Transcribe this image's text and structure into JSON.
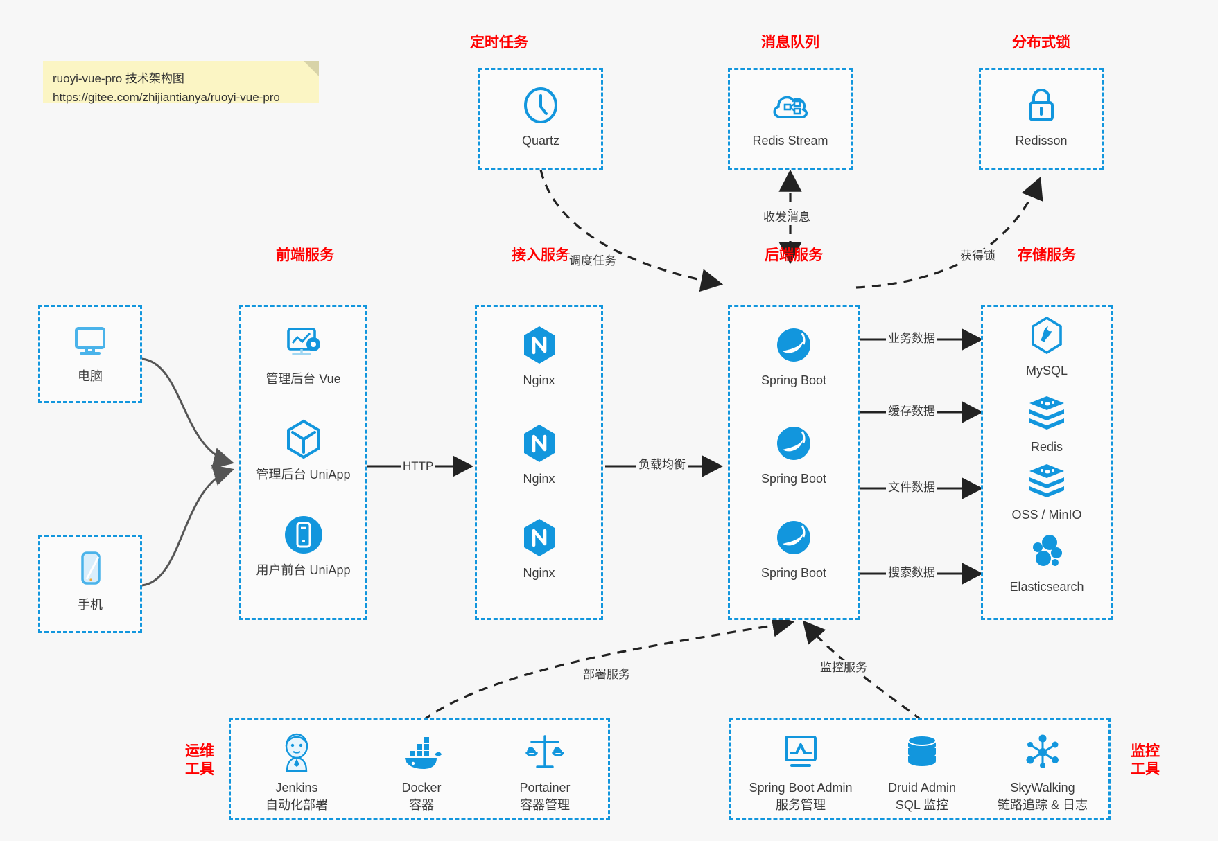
{
  "note": {
    "line1": "ruoyi-vue-pro 技术架构图",
    "line2": "https://gitee.com/zhijiantianya/ruoyi-vue-pro"
  },
  "colors": {
    "accent_blue": "#1296dd",
    "header_red": "#ff0000",
    "background": "#f7f7f7",
    "note_yellow": "#fbf5c4",
    "arrow_black": "#222222",
    "device_arrow_gray": "#555555"
  },
  "groups": {
    "scheduler": {
      "title": "定时任务",
      "nodes": [
        {
          "label": "Quartz",
          "icon": "clock-icon"
        }
      ]
    },
    "mq": {
      "title": "消息队列",
      "nodes": [
        {
          "label": "Redis Stream",
          "icon": "cloud-stream-icon"
        }
      ]
    },
    "lock": {
      "title": "分布式锁",
      "nodes": [
        {
          "label": "Redisson",
          "icon": "lock-icon"
        }
      ]
    },
    "frontend": {
      "title": "前端服务",
      "nodes": [
        {
          "label": "管理后台 Vue",
          "icon": "dashboard-gear-icon"
        },
        {
          "label": "管理后台 UniApp",
          "icon": "cube-icon"
        },
        {
          "label": "用户前台 UniApp",
          "icon": "mobile-circle-icon"
        }
      ]
    },
    "gateway": {
      "title": "接入服务",
      "nodes": [
        {
          "label": "Nginx",
          "icon": "nginx-icon"
        },
        {
          "label": "Nginx",
          "icon": "nginx-icon"
        },
        {
          "label": "Nginx",
          "icon": "nginx-icon"
        }
      ]
    },
    "backend": {
      "title": "后端服务",
      "nodes": [
        {
          "label": "Spring Boot",
          "icon": "spring-icon"
        },
        {
          "label": "Spring Boot",
          "icon": "spring-icon"
        },
        {
          "label": "Spring Boot",
          "icon": "spring-icon"
        }
      ]
    },
    "storage": {
      "title": "存储服务",
      "nodes": [
        {
          "label": "MySQL",
          "icon": "mysql-icon"
        },
        {
          "label": "Redis",
          "icon": "redis-icon"
        },
        {
          "label": "OSS / MinIO",
          "icon": "oss-icon"
        },
        {
          "label": "Elasticsearch",
          "icon": "elasticsearch-icon"
        }
      ]
    },
    "devices": {
      "nodes": [
        {
          "label": "电脑",
          "icon": "desktop-icon"
        },
        {
          "label": "手机",
          "icon": "phone-icon"
        }
      ]
    },
    "devops": {
      "title_l1": "运维",
      "title_l2": "工具",
      "nodes": [
        {
          "label": "Jenkins",
          "sub": "自动化部署",
          "icon": "jenkins-icon"
        },
        {
          "label": "Docker",
          "sub": "容器",
          "icon": "docker-icon"
        },
        {
          "label": "Portainer",
          "sub": "容器管理",
          "icon": "scales-icon"
        }
      ]
    },
    "monitor": {
      "title_l1": "监控",
      "title_l2": "工具",
      "nodes": [
        {
          "label": "Spring Boot Admin",
          "sub": "服务管理",
          "icon": "monitor-chart-icon"
        },
        {
          "label": "Druid Admin",
          "sub": "SQL 监控",
          "icon": "database-icon"
        },
        {
          "label": "SkyWalking",
          "sub": "链路追踪 & 日志",
          "icon": "skywalking-icon"
        }
      ]
    }
  },
  "edges": {
    "http": "HTTP",
    "load_balance": "负载均衡",
    "schedule_task": "调度任务",
    "send_receive_message": "收发消息",
    "acquire_lock": "获得锁",
    "business_data": "业务数据",
    "cache_data": "缓存数据",
    "file_data": "文件数据",
    "search_data": "搜索数据",
    "deploy_service": "部署服务",
    "monitor_service": "监控服务"
  }
}
